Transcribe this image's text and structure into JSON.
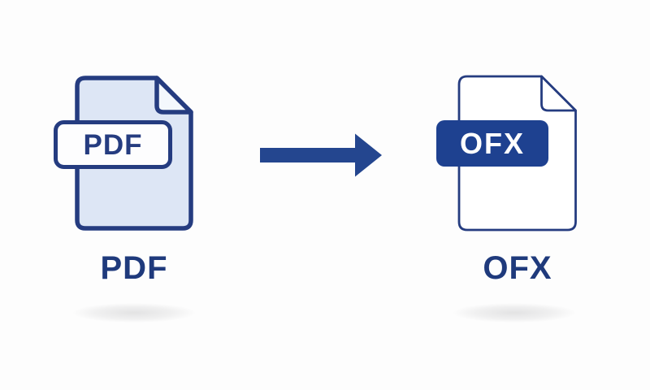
{
  "colors": {
    "background": "#fdfdfd",
    "outline_navy": "#253c80",
    "pdf_file_fill": "#dde6f5",
    "pdf_flap_fill": "#f4f8fd",
    "pdf_badge_fill": "#fdfdfe",
    "ofx_file_fill": "#ffffff",
    "ofx_badge_fill": "#1e4190",
    "ofx_badge_text": "#ffffff",
    "arrow_color": "#24468f",
    "caption_color": "#1f3a7c"
  },
  "source_icon": {
    "icon_name": "pdf-file-icon",
    "badge_label": "PDF",
    "caption": "PDF"
  },
  "arrow": {
    "icon_name": "right-arrow-icon",
    "direction": "right"
  },
  "target_icon": {
    "icon_name": "ofx-file-icon",
    "badge_label": "OFX",
    "caption": "OFX"
  }
}
